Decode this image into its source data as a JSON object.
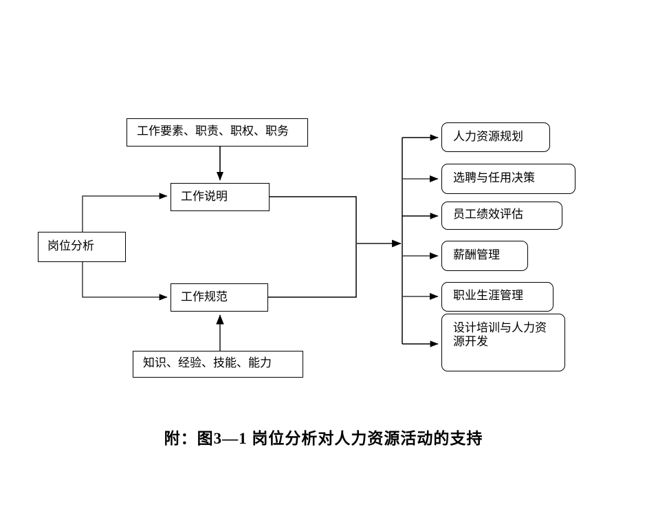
{
  "figure": {
    "caption": "附：图3—1  岗位分析对人力资源活动的支持",
    "background_color": "#ffffff",
    "line_color": "#000000",
    "box_fill": "#ffffff"
  },
  "nodes": {
    "input_top": {
      "label": "工作要素、职责、职权、职务",
      "shape": "rectangle"
    },
    "job_analysis": {
      "label": "岗位分析",
      "shape": "rectangle"
    },
    "job_description": {
      "label": "工作说明",
      "shape": "rectangle"
    },
    "job_specification": {
      "label": "工作规范",
      "shape": "rectangle"
    },
    "input_bottom": {
      "label": "知识、经验、技能、能力",
      "shape": "rectangle"
    }
  },
  "outputs": [
    {
      "label": "人力资源规划",
      "shape": "rounded-rectangle"
    },
    {
      "label": "选聘与任用决策",
      "shape": "rounded-rectangle"
    },
    {
      "label": "员工绩效评估",
      "shape": "rounded-rectangle"
    },
    {
      "label": "薪酬管理",
      "shape": "rounded-rectangle"
    },
    {
      "label": "职业生涯管理",
      "shape": "rounded-rectangle"
    },
    {
      "label": "设计培训与人力资\n源开发",
      "shape": "rounded-rectangle"
    }
  ],
  "connectors": [
    {
      "from": "input_top",
      "to": "job_description",
      "style": "arrow-down"
    },
    {
      "from": "job_analysis",
      "to": "job_description",
      "style": "elbow-arrow-right"
    },
    {
      "from": "job_analysis",
      "to": "job_specification",
      "style": "elbow-arrow-right"
    },
    {
      "from": "input_bottom",
      "to": "job_specification",
      "style": "arrow-up"
    },
    {
      "from": "job_description",
      "to": "merge_spine",
      "style": "elbow"
    },
    {
      "from": "job_specification",
      "to": "merge_spine",
      "style": "elbow"
    },
    {
      "from": "merge_spine",
      "to": "outputs",
      "style": "fan-out-arrows"
    }
  ],
  "chart_data": {
    "type": "diagram",
    "title": "附：图3—1  岗位分析对人力资源活动的支持",
    "direction": "left-to-right",
    "levels": [
      {
        "name": "inputs",
        "items": [
          "工作要素、职责、职权、职务",
          "知识、经验、技能、能力"
        ]
      },
      {
        "name": "source",
        "items": [
          "岗位分析"
        ]
      },
      {
        "name": "products",
        "items": [
          "工作说明",
          "工作规范"
        ]
      },
      {
        "name": "hr_activities",
        "items": [
          "人力资源规划",
          "选聘与任用决策",
          "员工绩效评估",
          "薪酬管理",
          "职业生涯管理",
          "设计培训与人力资源开发"
        ]
      }
    ]
  }
}
